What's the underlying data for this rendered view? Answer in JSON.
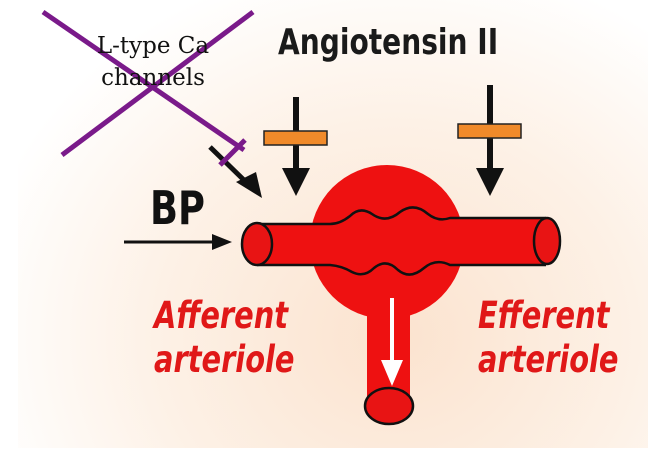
{
  "labels": {
    "angiotensin": "Angiotensin II",
    "bp": "BP",
    "afferent": [
      "Afferent",
      "arteriole"
    ],
    "efferent": [
      "Efferent",
      "arteriole"
    ],
    "ltype": [
      "L-type Ca",
      "channels"
    ]
  },
  "colors": {
    "vessel": "#ee1111",
    "label_red": "#e01818",
    "inhibitor_bar": "#f08a2a",
    "cross": "#7a1a8a",
    "arrow": "#111111"
  }
}
